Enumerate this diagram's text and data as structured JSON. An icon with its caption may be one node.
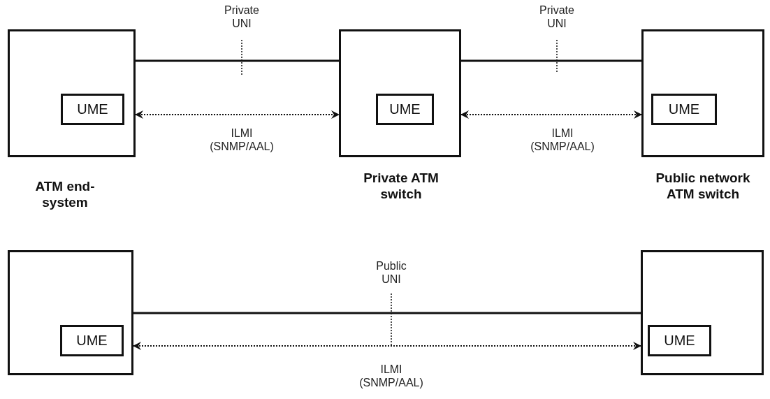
{
  "diagram": {
    "nodes": [
      {
        "text": [
          "ATM end-system"
        ]
      },
      {
        "text": [
          "UME"
        ],
        "in": 0
      },
      {
        "text": [
          "Private ATM switch"
        ]
      },
      {
        "text": [
          "UME"
        ],
        "in": 2
      },
      {
        "text": [
          "Public network ATM switch"
        ]
      },
      {
        "text": [
          "UME"
        ],
        "in": 4
      },
      {
        "text": [],
        "shape": "box"
      },
      {
        "text": [
          "UME"
        ],
        "in": 6
      },
      {
        "text": [],
        "shape": "box"
      },
      {
        "text": [
          "UME"
        ],
        "in": 8
      }
    ],
    "edges": [
      {
        "from": 0,
        "to": 2,
        "arrow": "none"
      },
      {
        "from": 0,
        "to": 2,
        "arrow": "both",
        "style": "dashed",
        "label": "ILMI (SNMP/AAL)"
      },
      {
        "from": 2,
        "to": 4,
        "arrow": "none"
      },
      {
        "from": 2,
        "to": 4,
        "arrow": "both",
        "style": "dashed",
        "label": "ILMI (SNMP/AAL)"
      },
      {
        "from": 6,
        "to": 8,
        "arrow": "none"
      },
      {
        "from": 6,
        "to": 8,
        "arrow": "both",
        "style": "dashed",
        "label": "ILMI (SNMP/AAL)"
      }
    ],
    "labels": [
      "Private UNI",
      "Private UNI",
      "Public UNI"
    ]
  }
}
